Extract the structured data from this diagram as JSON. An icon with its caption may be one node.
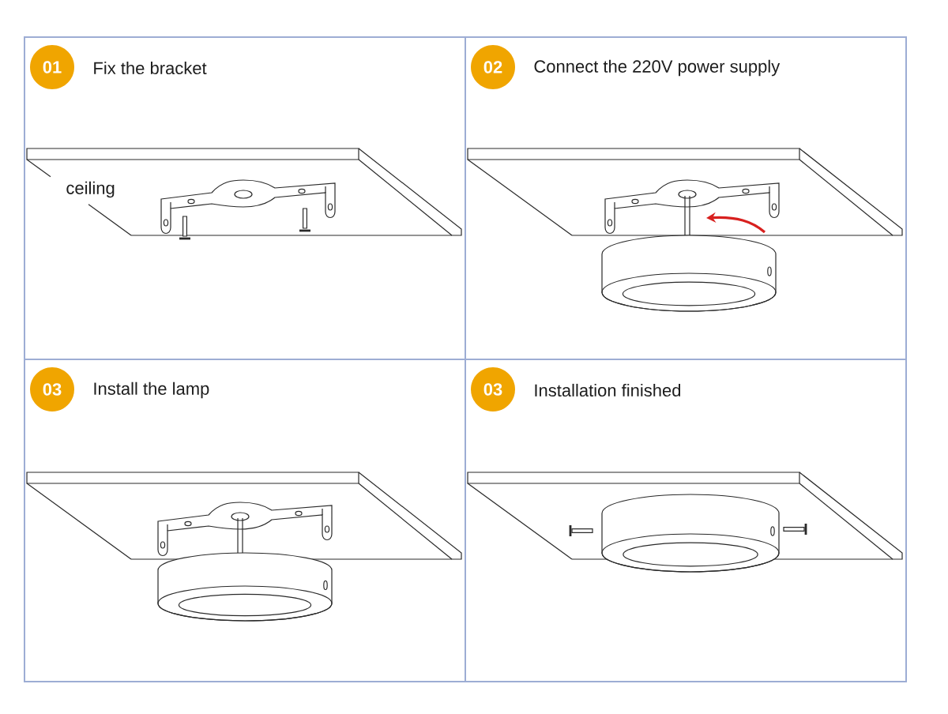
{
  "diagram": {
    "nodes": [
      {
        "text": [
          "Fix the bracket"
        ]
      },
      {
        "text": [
          "01"
        ],
        "in": 0
      },
      {
        "text": [
          "Connect the 220V power supply"
        ]
      },
      {
        "text": [
          "02"
        ],
        "in": 2
      },
      {
        "text": [
          "Install the lamp"
        ]
      },
      {
        "text": [
          "03"
        ],
        "in": 4
      },
      {
        "text": [
          "Installation finished"
        ]
      },
      {
        "text": [
          "03"
        ],
        "in": 6
      }
    ],
    "labels": [
      "ceiling"
    ]
  }
}
